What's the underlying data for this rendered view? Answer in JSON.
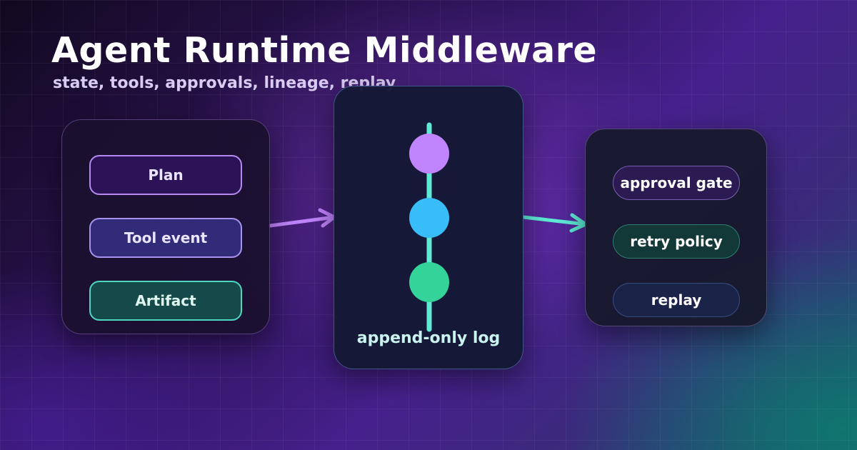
{
  "header": {
    "title": "Agent Runtime Middleware",
    "subtitle": "state, tools, approvals, lineage, replay"
  },
  "pipeline": {
    "stages": [
      {
        "label": "Plan"
      },
      {
        "label": "Tool event"
      },
      {
        "label": "Artifact"
      }
    ]
  },
  "log": {
    "label": "append-only log",
    "node_colors": [
      "#c084fc",
      "#38bdf8",
      "#34d399"
    ],
    "line_color": "#5eead4"
  },
  "controls": {
    "items": [
      {
        "label": "approval gate"
      },
      {
        "label": "retry policy"
      },
      {
        "label": "replay"
      }
    ]
  },
  "colors": {
    "arrow_in": "#c084fc",
    "arrow_out": "#5eead4"
  }
}
